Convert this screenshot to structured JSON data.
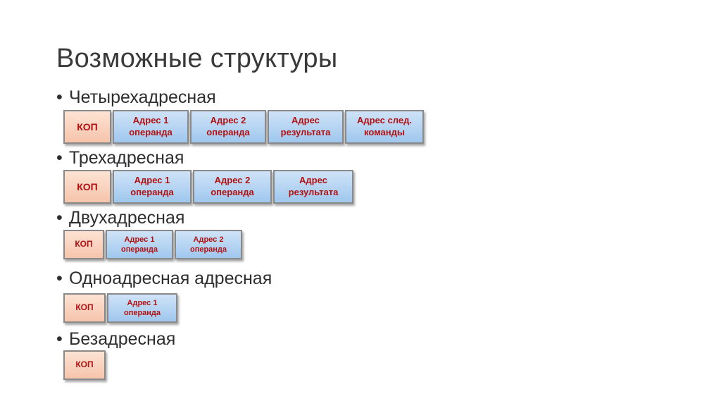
{
  "title": "Возможные структуры",
  "bullet_symbol": "•",
  "structures": [
    {
      "label": "Четырехадресная",
      "fields": [
        {
          "kind": "kop",
          "lines": [
            "КОП"
          ]
        },
        {
          "kind": "addr",
          "lines": [
            "Адрес 1",
            "операнда"
          ]
        },
        {
          "kind": "addr",
          "lines": [
            "Адрес 2",
            "операнда"
          ]
        },
        {
          "kind": "addr",
          "lines": [
            "Адрес",
            "результата"
          ]
        },
        {
          "kind": "addr",
          "lines": [
            "Адрес след.",
            "команды"
          ]
        }
      ]
    },
    {
      "label": "Трехадресная",
      "fields": [
        {
          "kind": "kop",
          "lines": [
            "КОП"
          ]
        },
        {
          "kind": "addr",
          "lines": [
            "Адрес 1",
            "операнда"
          ]
        },
        {
          "kind": "addr",
          "lines": [
            "Адрес 2",
            "операнда"
          ]
        },
        {
          "kind": "addr",
          "lines": [
            "Адрес",
            "результата"
          ]
        }
      ]
    },
    {
      "label": "Двухадресная",
      "fields": [
        {
          "kind": "kop",
          "lines": [
            "КОП"
          ]
        },
        {
          "kind": "addr",
          "lines": [
            "Адрес 1",
            "операнда"
          ]
        },
        {
          "kind": "addr",
          "lines": [
            "Адрес 2",
            "операнда"
          ]
        }
      ]
    },
    {
      "label": "Одноадресная адресная",
      "fields": [
        {
          "kind": "kop",
          "lines": [
            "КОП"
          ]
        },
        {
          "kind": "addr",
          "lines": [
            "Адрес 1",
            "операнда"
          ]
        }
      ]
    },
    {
      "label": "Безадресная",
      "fields": [
        {
          "kind": "kop",
          "lines": [
            "КОП"
          ]
        }
      ]
    }
  ]
}
